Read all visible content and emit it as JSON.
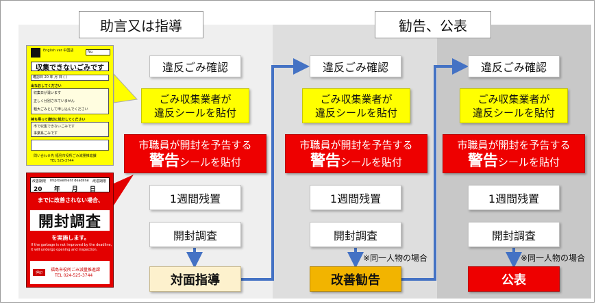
{
  "headers": {
    "advice": "助言又は指導",
    "recommend": "勧告、公表"
  },
  "flow": {
    "confirm": "違反ごみ確認",
    "sticker_line1": "ごみ収集業者が",
    "sticker_line2": "違反シールを貼付",
    "warn_line1": "市職員が開封を予告する",
    "warn_big": "警告",
    "warn_rest": "シールを貼付",
    "leave": "1週間残置",
    "inspect": "開封調査"
  },
  "finals": {
    "col1": "対面指導",
    "col2": "改善勧告",
    "col3": "公表"
  },
  "note": "※同一人物の場合",
  "yellow_sticker": {
    "top_small": "English ver 中国語",
    "no_label": "No.",
    "title": "収集できないごみです",
    "date_row": "確認日 20 年 月 日 ( )",
    "reason_header": "出なおしてください",
    "reason1": "収集日が違います",
    "reason2": "正しく分別されていません",
    "reason3": "粗大ごみとして申し込んでください",
    "take_back_header": "持ち帰って適切に処分してください",
    "take_back1": "市で収集できないごみです",
    "take_back2": "事業系ごみです",
    "contact": "問い合わせ先 福島市役所ごみ減量推進課",
    "tel": "TEL 525-3744"
  },
  "red_sticker": {
    "deadline_label": "改善期限",
    "deadline_en": "Improvement deadline",
    "deadline_cn": "改进期限",
    "date": "20 年 月 日",
    "until": "までに改善されない場合、",
    "title": "開封調査",
    "implement": "を実施します。",
    "en1": "If the garbage is not improved by the deadline,",
    "en2": "it will undergo opening and inspection.",
    "org": "福島市役所ごみ減量推進課",
    "tel": "TEL 024-525-3744",
    "stamp": "押印"
  },
  "colors": {
    "panel1": "#efefef",
    "panel2": "#dedede",
    "panel3": "#c8c8c8",
    "yellow": "#ffff00",
    "red": "#ee0000",
    "arrow": "#4472c4",
    "kaizen": "#f2b400",
    "taimen": "#fdf1cd"
  }
}
